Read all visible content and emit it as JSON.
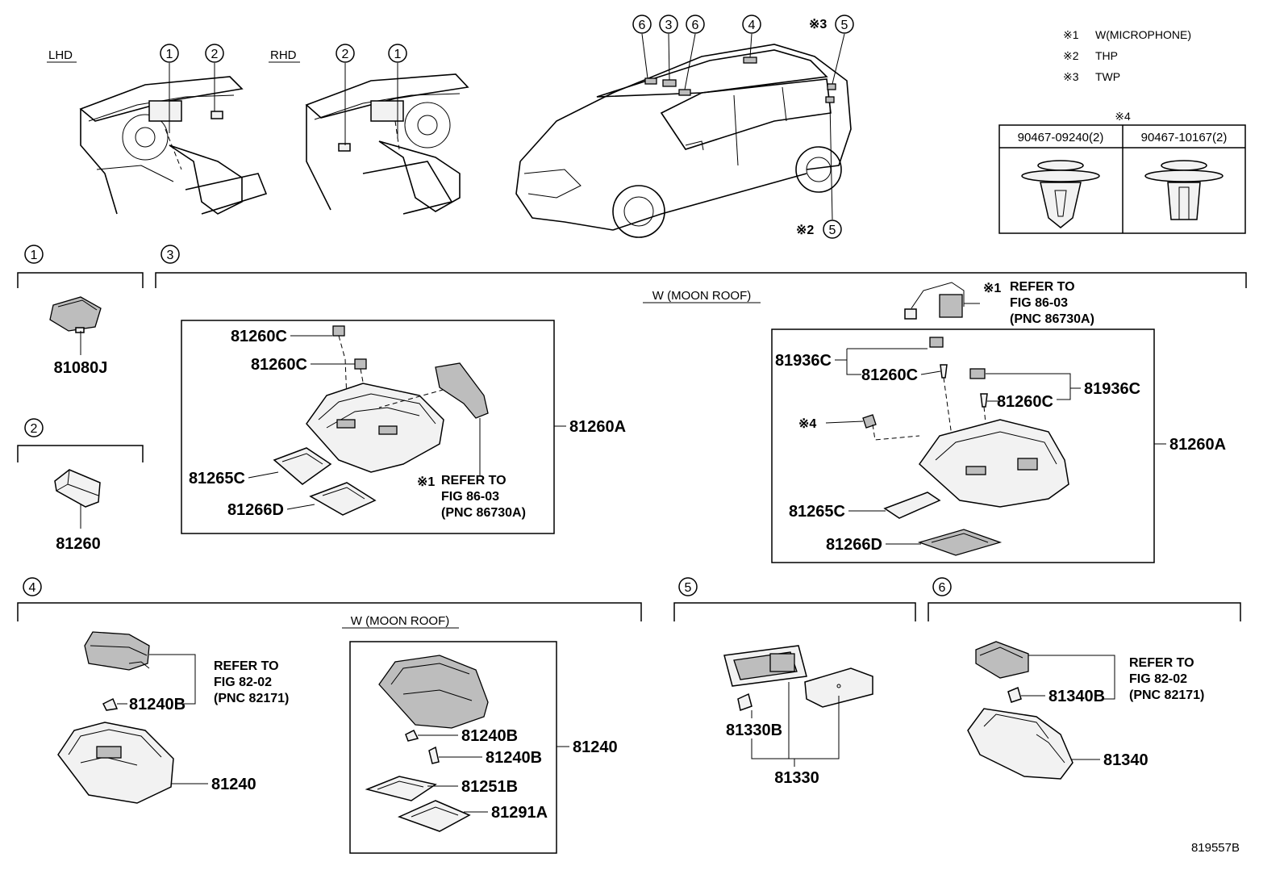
{
  "sheet_code": "819557B",
  "legend": {
    "notes": [
      {
        "mark": "※1",
        "text": "W(MICROPHONE)"
      },
      {
        "mark": "※2",
        "text": "THP"
      },
      {
        "mark": "※3",
        "text": "TWP"
      }
    ],
    "table_mark": "※4",
    "table_cols": [
      "90467-09240(2)",
      "90467-10167(2)"
    ]
  },
  "overview": {
    "lhd": "LHD",
    "rhd": "RHD",
    "lhd_callouts": [
      "1",
      "2"
    ],
    "rhd_callouts": [
      "2",
      "1"
    ],
    "car_callouts": [
      "6",
      "3",
      "6",
      "4",
      "5",
      "5"
    ],
    "mark3": "※3",
    "mark2": "※2"
  },
  "sections": {
    "s1": {
      "num": "1",
      "parts": [
        "81080J"
      ]
    },
    "s2": {
      "num": "2",
      "parts": [
        "81260"
      ]
    },
    "s3": {
      "num": "3",
      "header": "W (MOON ROOF)",
      "left": {
        "parts": [
          "81260C",
          "81260C",
          "81265C",
          "81266D",
          "81260A"
        ],
        "refer_mark": "※1",
        "refer": [
          "REFER TO",
          "FIG 86-03",
          "(PNC 86730A)"
        ]
      },
      "right": {
        "parts": [
          "81936C",
          "81260C",
          "81936C",
          "81260C",
          "81265C",
          "81266D",
          "81260A"
        ],
        "mark4": "※4",
        "refer_mark": "※1",
        "refer": [
          "REFER TO",
          "FIG 86-03",
          "(PNC 86730A)"
        ]
      }
    },
    "s4": {
      "num": "4",
      "header": "W (MOON ROOF)",
      "left": {
        "parts": [
          "81240B",
          "81240"
        ],
        "refer": [
          "REFER TO",
          "FIG 82-02",
          "(PNC 82171)"
        ]
      },
      "right": {
        "parts": [
          "81240B",
          "81240B",
          "81251B",
          "81291A",
          "81240"
        ]
      }
    },
    "s5": {
      "num": "5",
      "parts": [
        "81330B",
        "81330"
      ]
    },
    "s6": {
      "num": "6",
      "parts": [
        "81340B",
        "81340"
      ],
      "refer": [
        "REFER TO",
        "FIG 82-02",
        "(PNC 82171)"
      ]
    }
  }
}
